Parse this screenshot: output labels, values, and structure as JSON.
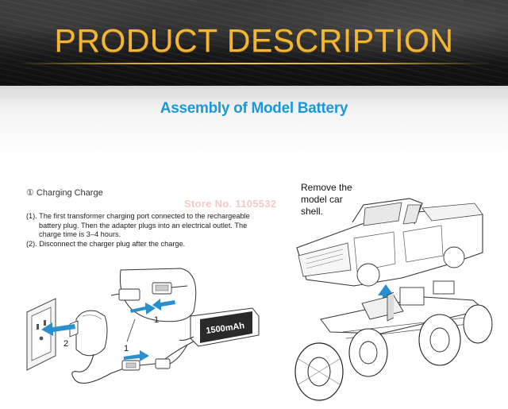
{
  "banner": {
    "title": "PRODUCT DESCRIPTION"
  },
  "section": {
    "heading": "Assembly of Model Battery"
  },
  "charging": {
    "heading": "① Charging Charge",
    "steps": [
      "(1). The first transformer charging port connected to the rechargeable",
      "battery plug. Then the adapter plugs into an electrical outlet. The",
      "charge time is 3–4 hours.",
      "(2). Disconnect the charger plug after the charge."
    ],
    "callouts": [
      "1",
      "2",
      "1"
    ],
    "battery_label": "1500mAh"
  },
  "watermark": "Store No. 1105532",
  "car": {
    "note": "Remove the model car shell."
  },
  "colors": {
    "banner_title": "#f2b632",
    "heading": "#1c98d8",
    "arrow": "#2a8fcf"
  },
  "icons": [
    "wall-outlet-icon",
    "charger-adapter-icon",
    "battery-pack-icon",
    "plug-connector-icon",
    "crawler-truck-illustration"
  ]
}
